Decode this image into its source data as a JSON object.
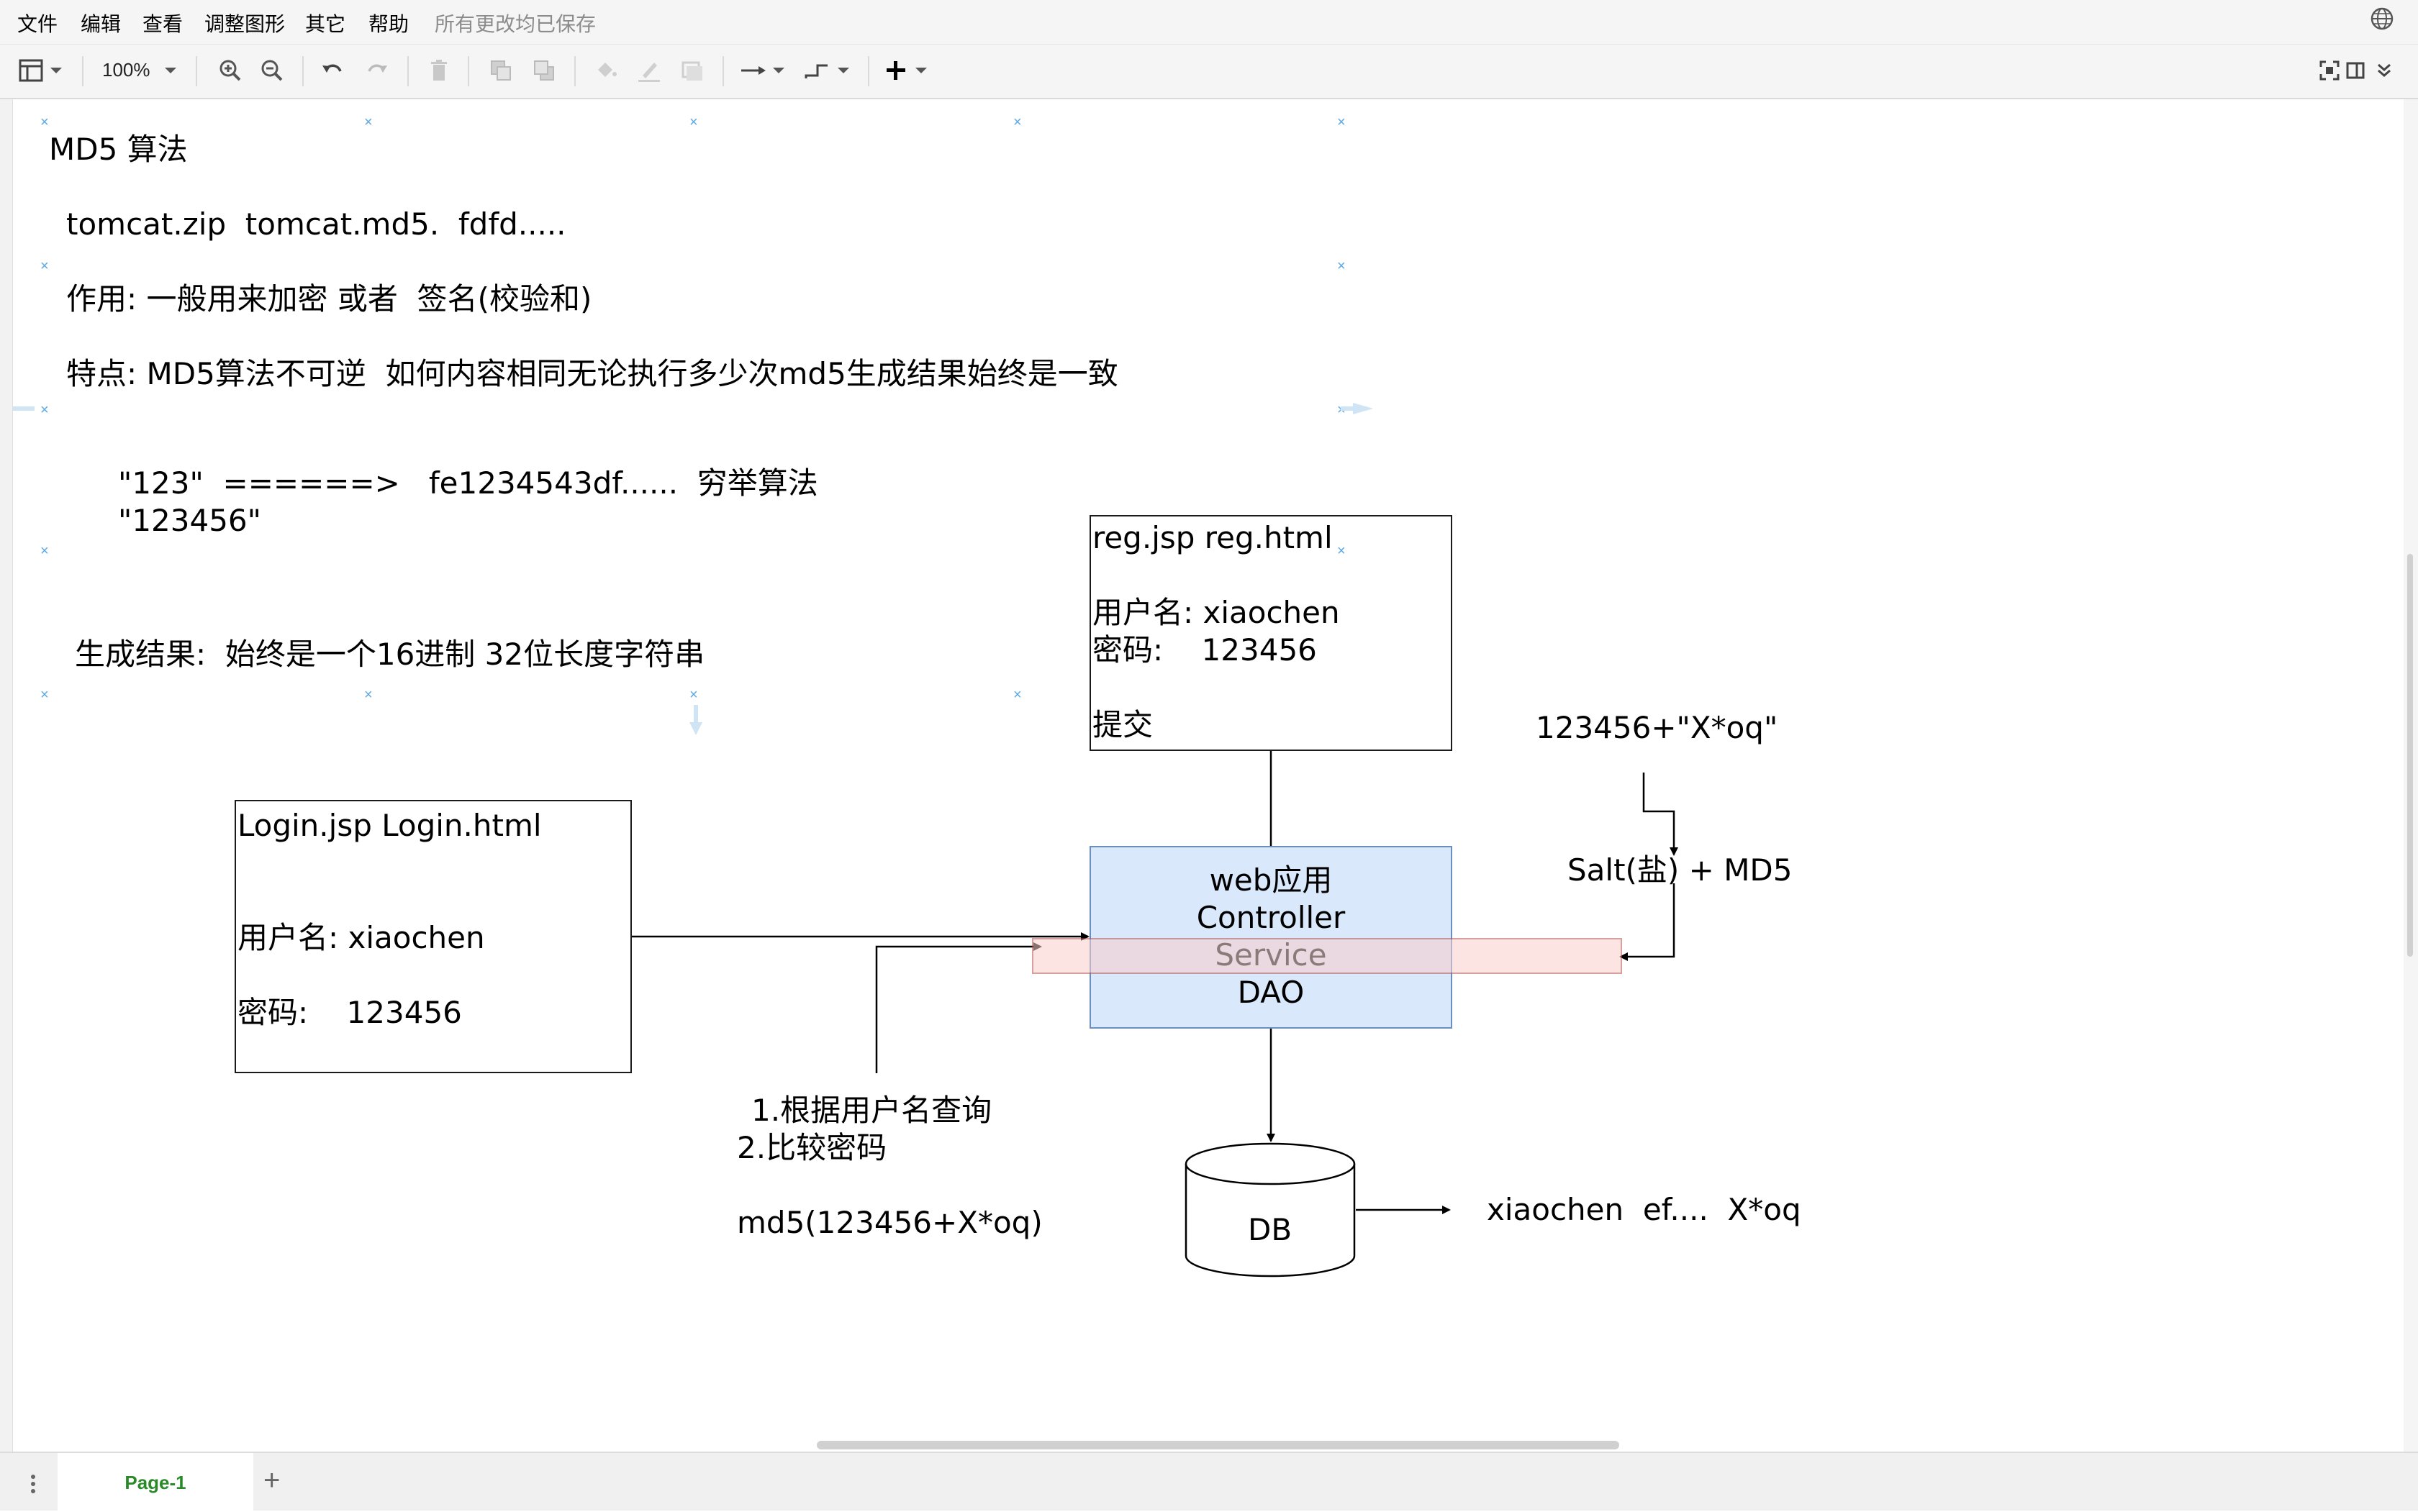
{
  "menubar": {
    "items": [
      "文件",
      "编辑",
      "查看",
      "调整图形",
      "其它",
      "帮助"
    ],
    "status": "所有更改均已保存"
  },
  "toolbar": {
    "zoom": "100%",
    "icons": [
      "format-panel-icon",
      "zoom-in-icon",
      "zoom-out-icon",
      "undo-icon",
      "redo-icon",
      "delete-icon",
      "to-front-icon",
      "to-back-icon",
      "fill-color-icon",
      "line-color-icon",
      "shadow-icon",
      "connection-icon",
      "waypoints-icon",
      "insert-icon",
      "fullscreen-icon",
      "format-toggle-icon",
      "collapse-icon"
    ]
  },
  "canvas": {
    "notes": {
      "title": "MD5 算法",
      "line1": "tomcat.zip  tomcat.md5.  fdfd.....",
      "line2": "作用: 一般用来加密 或者  签名(校验和)",
      "line3": "特点: MD5算法不可逆  如何内容相同无论执行多少次md5生成结果始终是一致",
      "line4": "\"123\"  ======>   fe1234543df......  穷举算法",
      "line5": "\"123456\"",
      "line6": "生成结果:  始终是一个16进制 32位长度字符串"
    },
    "reg_box": {
      "title": "reg.jsp reg.html",
      "username": "用户名: xiaochen",
      "password": "密码:    123456",
      "submit": "提交"
    },
    "login_box": {
      "title": "Login.jsp Login.html",
      "username": "用户名: xiaochen",
      "password": "密码:    123456"
    },
    "web_box": {
      "line1": "web应用",
      "line2": "Controller",
      "line3": "Service",
      "line4": "DAO"
    },
    "salt_input": "123456+\"X*oq\"",
    "salt_label": "Salt(盐) + MD5",
    "steps": {
      "step1": "1.根据用户名查询",
      "step2": "2.比较密码",
      "formula": "md5(123456+X*oq)"
    },
    "db_label": "DB",
    "db_record": "xiaochen  ef....  X*oq"
  },
  "pages": {
    "tab": "Page-1",
    "add": "+"
  }
}
